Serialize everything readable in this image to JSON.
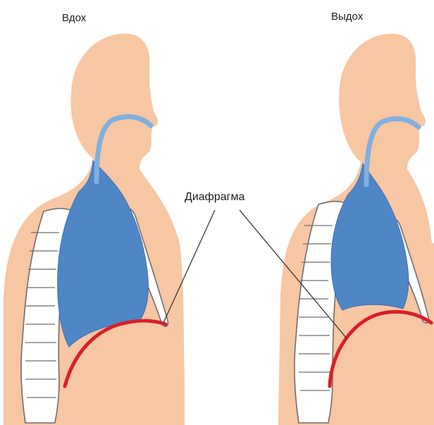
{
  "labels": {
    "inhale": "Вдох",
    "exhale": "Выдох",
    "diaphragm": "Диафрагма"
  },
  "colors": {
    "skin": "#f7c6a3",
    "lung": "#4f86c6",
    "lung_edge": "#3b6fb0",
    "airway": "#7fb0df",
    "diaphragm": "#d91f26",
    "rib": "#ffffff",
    "rib_outline": "#6e6e6e",
    "pointer_line": "#2b2b2b"
  }
}
